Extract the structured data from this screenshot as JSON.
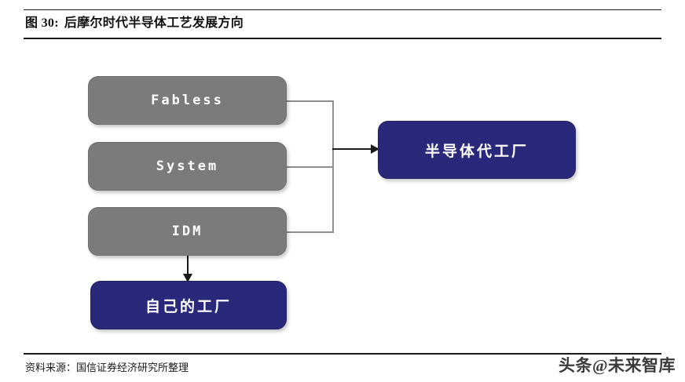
{
  "header": {
    "figure_number": "图 30:",
    "title": "后摩尔时代半导体工艺发展方向"
  },
  "diagram": {
    "type": "flow",
    "nodes": [
      {
        "id": "fabless",
        "label": "Fabless",
        "style": "gray"
      },
      {
        "id": "system",
        "label": "System",
        "style": "gray"
      },
      {
        "id": "idm",
        "label": "IDM",
        "style": "gray"
      },
      {
        "id": "own_fab",
        "label": "自己的工厂",
        "style": "navy"
      },
      {
        "id": "foundry",
        "label": "半导体代工厂",
        "style": "navy"
      }
    ],
    "edges": [
      {
        "from": "fabless",
        "to": "foundry",
        "arrow": true
      },
      {
        "from": "system",
        "to": "foundry",
        "arrow": true
      },
      {
        "from": "idm",
        "to": "foundry",
        "arrow": true
      },
      {
        "from": "idm",
        "to": "own_fab",
        "arrow": true
      }
    ],
    "colors": {
      "gray_node": "#7b7b7b",
      "navy_node": "#29287a",
      "connector": "#8d8d8d",
      "arrow": "#1a1a1a",
      "node_text": "#ffffff"
    }
  },
  "footer": {
    "source": "资料来源：国信证券经济研究所整理",
    "watermark": "头条@未来智库"
  }
}
